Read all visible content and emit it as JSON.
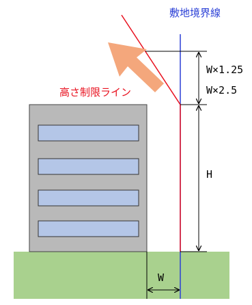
{
  "labels": {
    "boundary_line": "敷地境界線",
    "height_limit_line": "高さ制限ライン",
    "ratio_1": "W×1.25",
    "ratio_2": "W×2.5",
    "height": "H",
    "width": "W"
  },
  "colors": {
    "boundary": "#2a3fd6",
    "limit_line": "#e8101e",
    "arrow": "#f4a77c",
    "building_fill": "#b9b9b9",
    "window_fill": "#b4c6e7",
    "ground": "#a9d18e"
  },
  "building": {
    "window_count": 4
  }
}
